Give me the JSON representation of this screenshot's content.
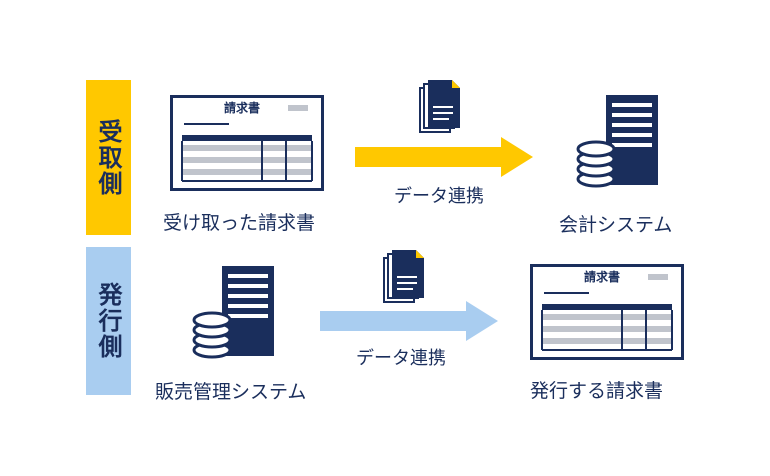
{
  "rows": [
    {
      "side_label": "受取側",
      "side_color": "#ffc800",
      "left": {
        "caption": "受け取った請求書",
        "doc_title": "請求書"
      },
      "flow_label": "データ連携",
      "arrow_color": "#ffc800",
      "right": {
        "caption": "会計システム"
      }
    },
    {
      "side_label": "発行側",
      "side_color": "#a9cdf0",
      "left": {
        "caption": "販売管理システム"
      },
      "flow_label": "データ連携",
      "arrow_color": "#a9cdf0",
      "right": {
        "caption": "発行する請求書",
        "doc_title": "請求書"
      }
    }
  ],
  "colors": {
    "navy": "#1a2e5c",
    "gray": "#c0c4cc",
    "folded_corner": "#ffc800"
  }
}
